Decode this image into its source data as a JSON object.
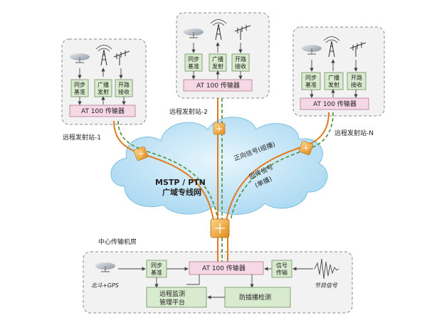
{
  "stations": [
    {
      "label": "远程发射站-1",
      "boxes": {
        "sync": [
          "同步",
          "基准"
        ],
        "broadcast": [
          "广播",
          "发射"
        ],
        "open": [
          "开路",
          "接收"
        ]
      },
      "transmitter": "AT 100 传输器"
    },
    {
      "label": "远程发射站-2",
      "boxes": {
        "sync": [
          "同步",
          "基准"
        ],
        "broadcast": [
          "广播",
          "发射"
        ],
        "open": [
          "开路",
          "接收"
        ]
      },
      "transmitter": "AT 100 传输器"
    },
    {
      "label": "远程发射站-N",
      "boxes": {
        "sync": [
          "同步",
          "基准"
        ],
        "broadcast": [
          "广播",
          "发射"
        ],
        "open": [
          "开路",
          "接收"
        ]
      },
      "transmitter": "AT 100 传输器"
    }
  ],
  "cloud": {
    "title1": "MSTP / PTN",
    "title2": "广域专线网",
    "forward": "正向信号(组播)",
    "reverse1": "回传信号",
    "reverse2": "(单播)"
  },
  "center": {
    "label": "中心传输机房",
    "gps": "北斗+GPS",
    "sync": [
      "同步",
      "基准"
    ],
    "transmitter": "AT 100 传输器",
    "signal": [
      "信号",
      "传输"
    ],
    "program": "节目信号",
    "monitor": [
      "远程监测",
      "管理平台"
    ],
    "anti": "防插播检测"
  },
  "colors": {
    "orange": "#e07a1f",
    "green": "#4e8f3a",
    "cloud": "#bfe3f5"
  }
}
